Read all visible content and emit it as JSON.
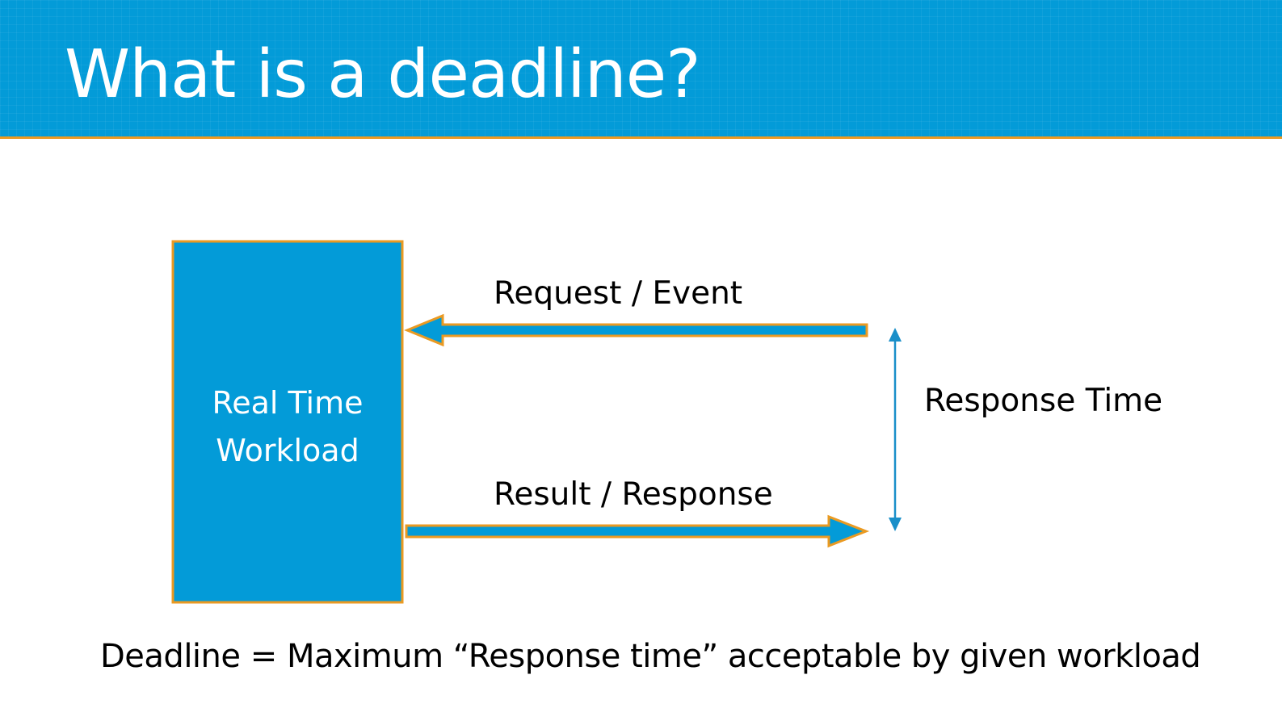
{
  "slide": {
    "title": "What is a deadline?",
    "workload_box": {
      "line1": "Real Time",
      "line2": "Workload"
    },
    "request_label": "Request / Event",
    "result_label": "Result / Response",
    "response_time_label": "Response Time",
    "footnote": "Deadline = Maximum “Response time” acceptable by given workload"
  },
  "colors": {
    "header_blue": "#039BD8",
    "accent_orange": "#EA9A22",
    "box_blue": "#039BD8",
    "text_black": "#000000",
    "text_white": "#FFFFFF"
  }
}
